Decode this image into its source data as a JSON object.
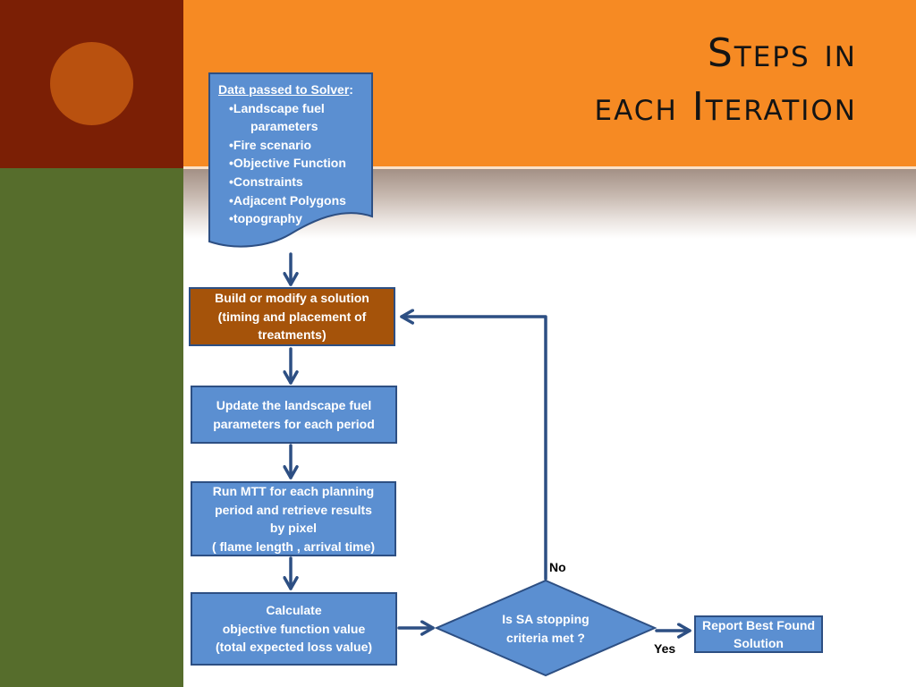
{
  "slide": {
    "title_lines": [
      "Steps in",
      "each Iteration"
    ],
    "colors": {
      "maroon": "#7b1f05",
      "olive": "#566d2c",
      "orange": "#f68a23",
      "circle": "#b9510f",
      "box_blue": "#5b8fd1",
      "box_brown": "#a5530a",
      "border_navy": "#2d4f83"
    }
  },
  "diagram": {
    "input_doc": {
      "title": "Data passed to Solver",
      "title_suffix": ":",
      "items": [
        "•Landscape fuel",
        "parameters",
        "•Fire scenario",
        "•Objective Function",
        "•Constraints",
        "•Adjacent Polygons",
        "•topography"
      ]
    },
    "build_box": [
      "Build or modify a solution",
      "(timing and placement of",
      "treatments)"
    ],
    "update_box": [
      "Update the landscape fuel",
      "parameters for each period"
    ],
    "mtt_box": [
      "Run MTT for each planning",
      "period and retrieve results",
      "by pixel",
      "( flame length , arrival time)"
    ],
    "calc_box": [
      "Calculate",
      "objective function value",
      "(total expected loss value)"
    ],
    "decision": [
      "Is SA stopping",
      "criteria met ?"
    ],
    "report_box": [
      "Report Best Found",
      "Solution"
    ],
    "no_label": "No",
    "yes_label": "Yes"
  }
}
